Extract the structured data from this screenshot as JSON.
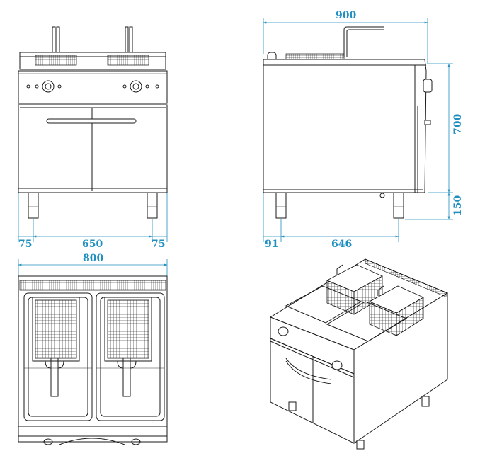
{
  "colors": {
    "dimension": "#1f8fbf",
    "line": "#1a1a1a",
    "background": "#ffffff"
  },
  "dimensions": {
    "front_width_total": "800",
    "front_inner": "650",
    "front_left_margin": "75",
    "front_right_margin": "75",
    "side_depth": "900",
    "side_body_depth": "646",
    "side_leg_offset": "91",
    "side_body_height": "700",
    "side_leg_height": "150"
  },
  "views": {
    "front": "front-elevation",
    "side": "side-elevation",
    "top": "top-plan",
    "iso": "isometric"
  }
}
